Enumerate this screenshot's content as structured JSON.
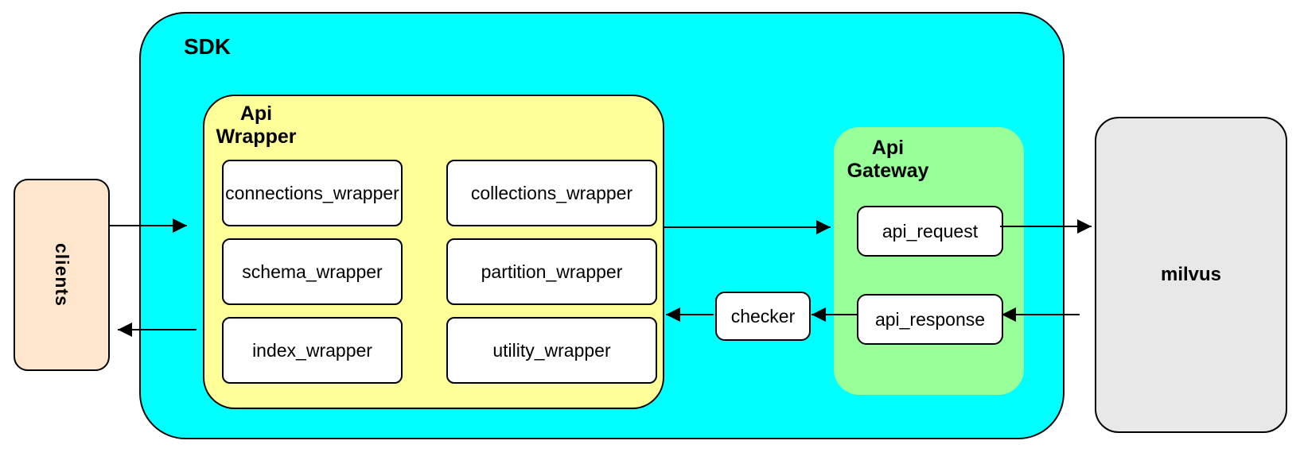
{
  "diagram": {
    "clients": {
      "label": "clients"
    },
    "sdk": {
      "label": "SDK",
      "api_wrapper": {
        "label": "Api Wrapper",
        "modules": [
          "connections_wrapper",
          "collections_wrapper",
          "schema_wrapper",
          "partition_wrapper",
          "index_wrapper",
          "utility_wrapper"
        ]
      },
      "checker": {
        "label": "checker"
      },
      "api_gateway": {
        "label": "Api Gateway",
        "request_label": "api_request",
        "response_label": "api_response"
      }
    },
    "milvus": {
      "label": "milvus"
    },
    "edges": [
      {
        "from": "clients",
        "to": "SDK"
      },
      {
        "from": "Api Wrapper",
        "to": "api_request"
      },
      {
        "from": "api_request",
        "to": "milvus"
      },
      {
        "from": "milvus",
        "to": "api_response"
      },
      {
        "from": "api_response",
        "to": "checker"
      },
      {
        "from": "checker",
        "to": "Api Wrapper"
      },
      {
        "from": "SDK",
        "to": "clients"
      }
    ],
    "colors": {
      "sdk_fill": "#00FFFF",
      "api_wrapper_fill": "#FFFF99",
      "api_gateway_fill": "#99FF99",
      "clients_fill": "#FFE6CC",
      "milvus_fill": "#E8E8E8",
      "node_fill": "#FFFFFF",
      "stroke": "#000000"
    }
  }
}
